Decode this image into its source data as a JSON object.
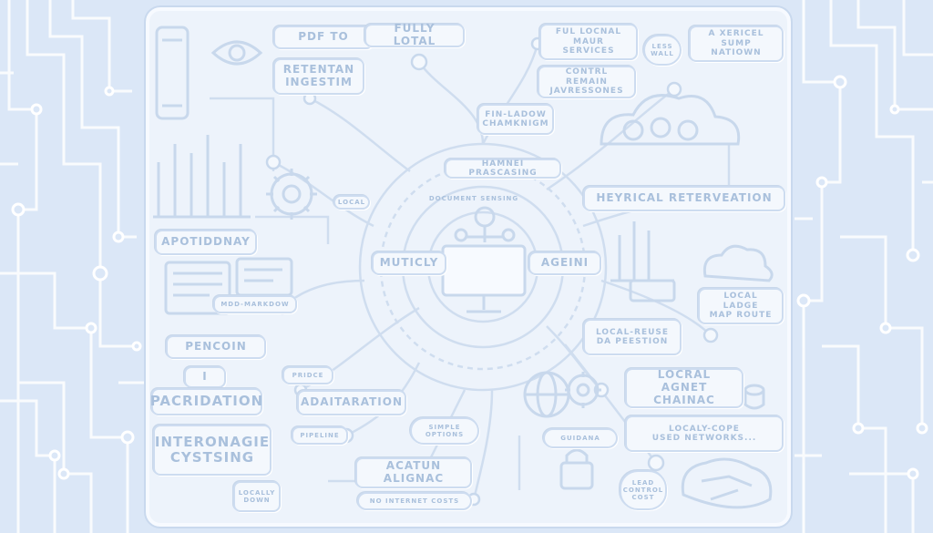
{
  "diagram": {
    "labels": {
      "pdf_to": "PDF TO",
      "retention_ingestion": "RETENTAN\nINGESTIM",
      "fully_local": "FULLY LOTAL",
      "full_local_services": "FUL LOCNAL\nMAUR SERVICES",
      "less_wall": "LESS\nWALL",
      "vertical_summarization": "A XERICEL\nSUMP NATIOWN",
      "control_remain": "CONTRL REMAIN\nJAVRESSONES",
      "fine_laddow": "FIN-LADOW\nCHAMKNIGM",
      "hybrid_processing": "HAMNEI PRASCASING",
      "hybrid_retrieval": "HEYRICAL RETERVEATION",
      "center_ring": "DOCUMENT SENSING",
      "multi": "MUTICLY",
      "agent": "AGEINI",
      "apotidonay": "APOTIDDNAY",
      "markdown": "MDD-MARKDOW",
      "pencon": "PENCOIN",
      "local_large_map": "LOCAL LADGE\nMAP ROUTE",
      "local_reuse": "LOCAL-REUSE\nDA PEESTION",
      "local_agent_chain": "LOCRAL AGNET\nCHAINAC",
      "local_scope": "LOCALY-COPE\nUSED NETWORKS...",
      "i_marker": "I",
      "pacridation": "PACRIDATION",
      "pridge": "PRIDCE",
      "adaitaration": "ADAITARATION",
      "interoperable_systems": "INTERONAGIE\nCYSTSING",
      "locally_down": "LOCALLY\nDOWN",
      "simple_options": "SIMPLE\nOPTIONS",
      "guidance": "GUIDANA",
      "pipeline": "PIPELINE",
      "action_alignment": "ACATUN ALIGNAC",
      "no_internet_costs": "NO INTERNET COSTS",
      "lead_control": "LEAD\nCONTROL\nCOST",
      "local_tag": "LOCAL"
    }
  }
}
